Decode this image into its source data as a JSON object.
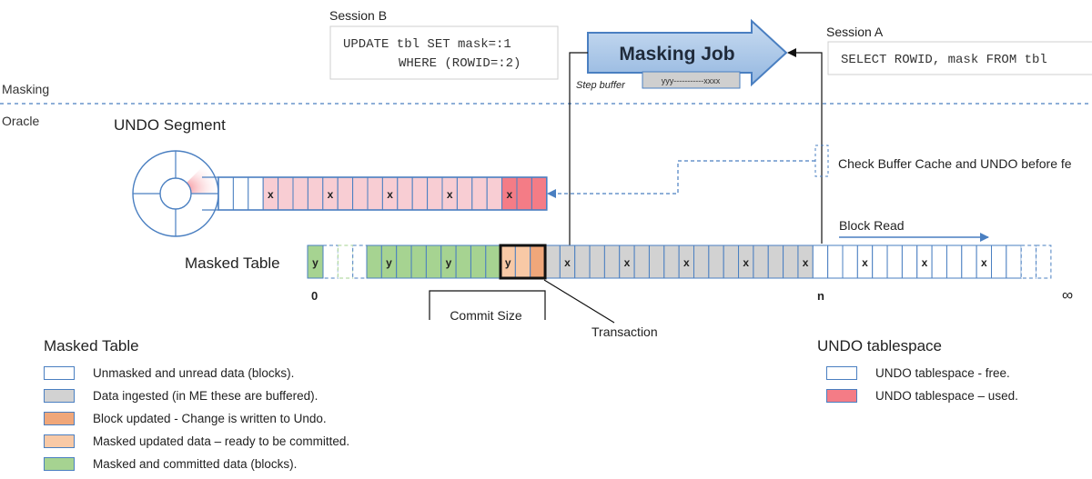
{
  "layers": {
    "top": "Masking",
    "bottom": "Oracle"
  },
  "session_b": {
    "title": "Session B",
    "code_line1": "UPDATE tbl SET mask=:1",
    "code_line2": "WHERE (ROWID=:2)"
  },
  "session_a": {
    "title": "Session A",
    "code": "SELECT ROWID, mask FROM tbl"
  },
  "masking_job": {
    "title": "Masking Job",
    "step_buffer_label": "Step buffer",
    "step_buffer_value": "yyy-----------xxxx"
  },
  "undo_segment": {
    "title": "UNDO Segment"
  },
  "check_note": "Check Buffer Cache and UNDO before fe",
  "block_read": "Block Read",
  "masked_table": {
    "title": "Masked Table"
  },
  "axis": {
    "zero": "0",
    "n": "n",
    "infinity": "∞"
  },
  "commit_size": "Commit Size",
  "transaction": "Transaction",
  "cell_marks": {
    "masked": "y",
    "updated": "x"
  },
  "colors": {
    "blue_border": "#4a7fc1",
    "undo_free": "#ffffff",
    "undo_light": "#f8cdd3",
    "undo_used": "#f47c86",
    "ingested": "#d2d2d2",
    "updated_undo": "#f0a77a",
    "ready_commit": "#f8c9a6",
    "committed": "#a6d391",
    "arrow_fill": "#a9c7e8"
  },
  "legend_table": {
    "title": "Masked Table",
    "items": [
      {
        "label": "Unmasked and unread data (blocks).",
        "color": "#ffffff"
      },
      {
        "label": "Data ingested (in ME these are buffered).",
        "color": "#d2d2d2"
      },
      {
        "label": "Block updated - Change is written to Undo.",
        "color": "#f0a77a"
      },
      {
        "label": "Masked updated data – ready to be committed.",
        "color": "#f8c9a6"
      },
      {
        "label": "Masked and committed data (blocks).",
        "color": "#a6d391"
      }
    ]
  },
  "legend_undo": {
    "title": "UNDO tablespace",
    "items": [
      {
        "label": "UNDO tablespace - free.",
        "color": "#ffffff"
      },
      {
        "label": "UNDO tablespace – used.",
        "color": "#f47c86"
      }
    ]
  }
}
